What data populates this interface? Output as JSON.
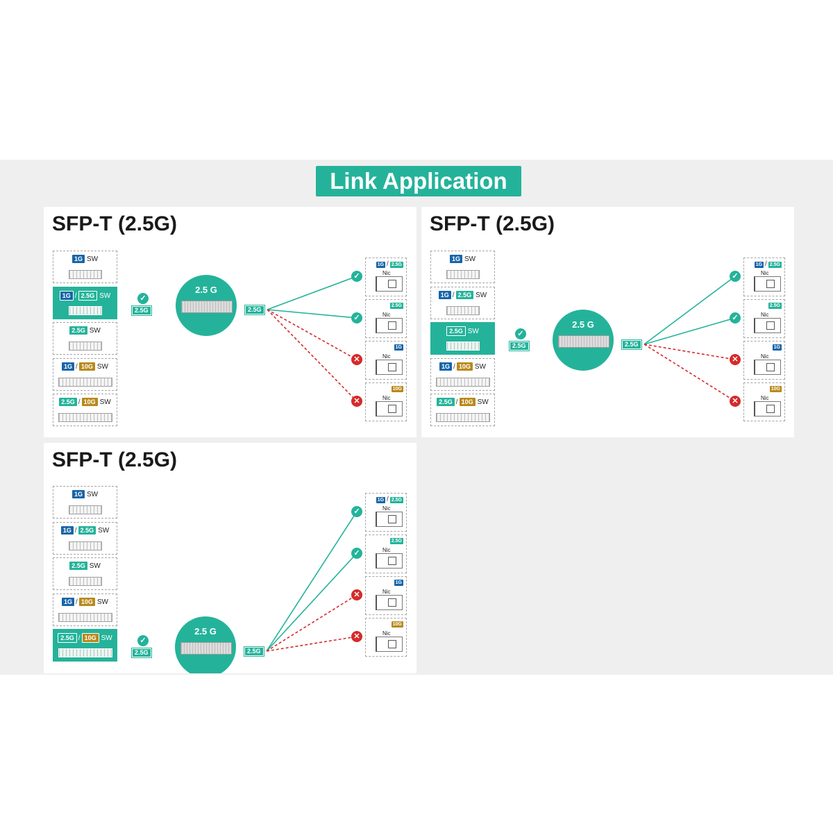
{
  "header": {
    "title": "Link Application"
  },
  "colors": {
    "accent": "#24b39a",
    "tag_1g": "#1665a8",
    "tag_10g": "#b8891c",
    "ok": "#24b39a",
    "bad": "#d62a2a"
  },
  "panels": [
    {
      "title": "SFP-T (2.5G)",
      "module_label": "2.5 G",
      "link_speed": "2.5G",
      "active_switch": 1,
      "switches": [
        {
          "tags": [
            "1G"
          ],
          "label": "SW"
        },
        {
          "tags": [
            "1G",
            "2.5G"
          ],
          "label": "SW"
        },
        {
          "tags": [
            "2.5G"
          ],
          "label": "SW"
        },
        {
          "tags": [
            "1G",
            "10G"
          ],
          "label": "SW"
        },
        {
          "tags": [
            "2.5G",
            "10G"
          ],
          "label": "SW"
        }
      ],
      "nics": [
        {
          "tags": [
            "1G",
            "2.5G"
          ],
          "label": "Nic",
          "status": "ok"
        },
        {
          "tags": [
            "2.5G"
          ],
          "label": "Nic",
          "status": "ok"
        },
        {
          "tags": [
            "1G"
          ],
          "label": "Nic",
          "status": "bad"
        },
        {
          "tags": [
            "10G"
          ],
          "label": "Nic",
          "status": "bad"
        }
      ]
    },
    {
      "title": "SFP-T (2.5G)",
      "module_label": "2.5 G",
      "link_speed": "2.5G",
      "active_switch": 2,
      "switches": [
        {
          "tags": [
            "1G"
          ],
          "label": "SW"
        },
        {
          "tags": [
            "1G",
            "2.5G"
          ],
          "label": "SW"
        },
        {
          "tags": [
            "2.5G"
          ],
          "label": "SW"
        },
        {
          "tags": [
            "1G",
            "10G"
          ],
          "label": "SW"
        },
        {
          "tags": [
            "2.5G",
            "10G"
          ],
          "label": "SW"
        }
      ],
      "nics": [
        {
          "tags": [
            "1G",
            "2.5G"
          ],
          "label": "Nic",
          "status": "ok"
        },
        {
          "tags": [
            "2.5G"
          ],
          "label": "Nic",
          "status": "ok"
        },
        {
          "tags": [
            "1G"
          ],
          "label": "Nic",
          "status": "bad"
        },
        {
          "tags": [
            "10G"
          ],
          "label": "Nic",
          "status": "bad"
        }
      ]
    },
    {
      "title": "SFP-T (2.5G)",
      "module_label": "2.5 G",
      "link_speed": "2.5G",
      "active_switch": 4,
      "switches": [
        {
          "tags": [
            "1G"
          ],
          "label": "SW"
        },
        {
          "tags": [
            "1G",
            "2.5G"
          ],
          "label": "SW"
        },
        {
          "tags": [
            "2.5G"
          ],
          "label": "SW"
        },
        {
          "tags": [
            "1G",
            "10G"
          ],
          "label": "SW"
        },
        {
          "tags": [
            "2.5G",
            "10G"
          ],
          "label": "SW"
        }
      ],
      "nics": [
        {
          "tags": [
            "1G",
            "2.5G"
          ],
          "label": "Nic",
          "status": "ok"
        },
        {
          "tags": [
            "2.5G"
          ],
          "label": "Nic",
          "status": "ok"
        },
        {
          "tags": [
            "1G"
          ],
          "label": "Nic",
          "status": "bad"
        },
        {
          "tags": [
            "10G"
          ],
          "label": "Nic",
          "status": "bad"
        }
      ]
    }
  ]
}
